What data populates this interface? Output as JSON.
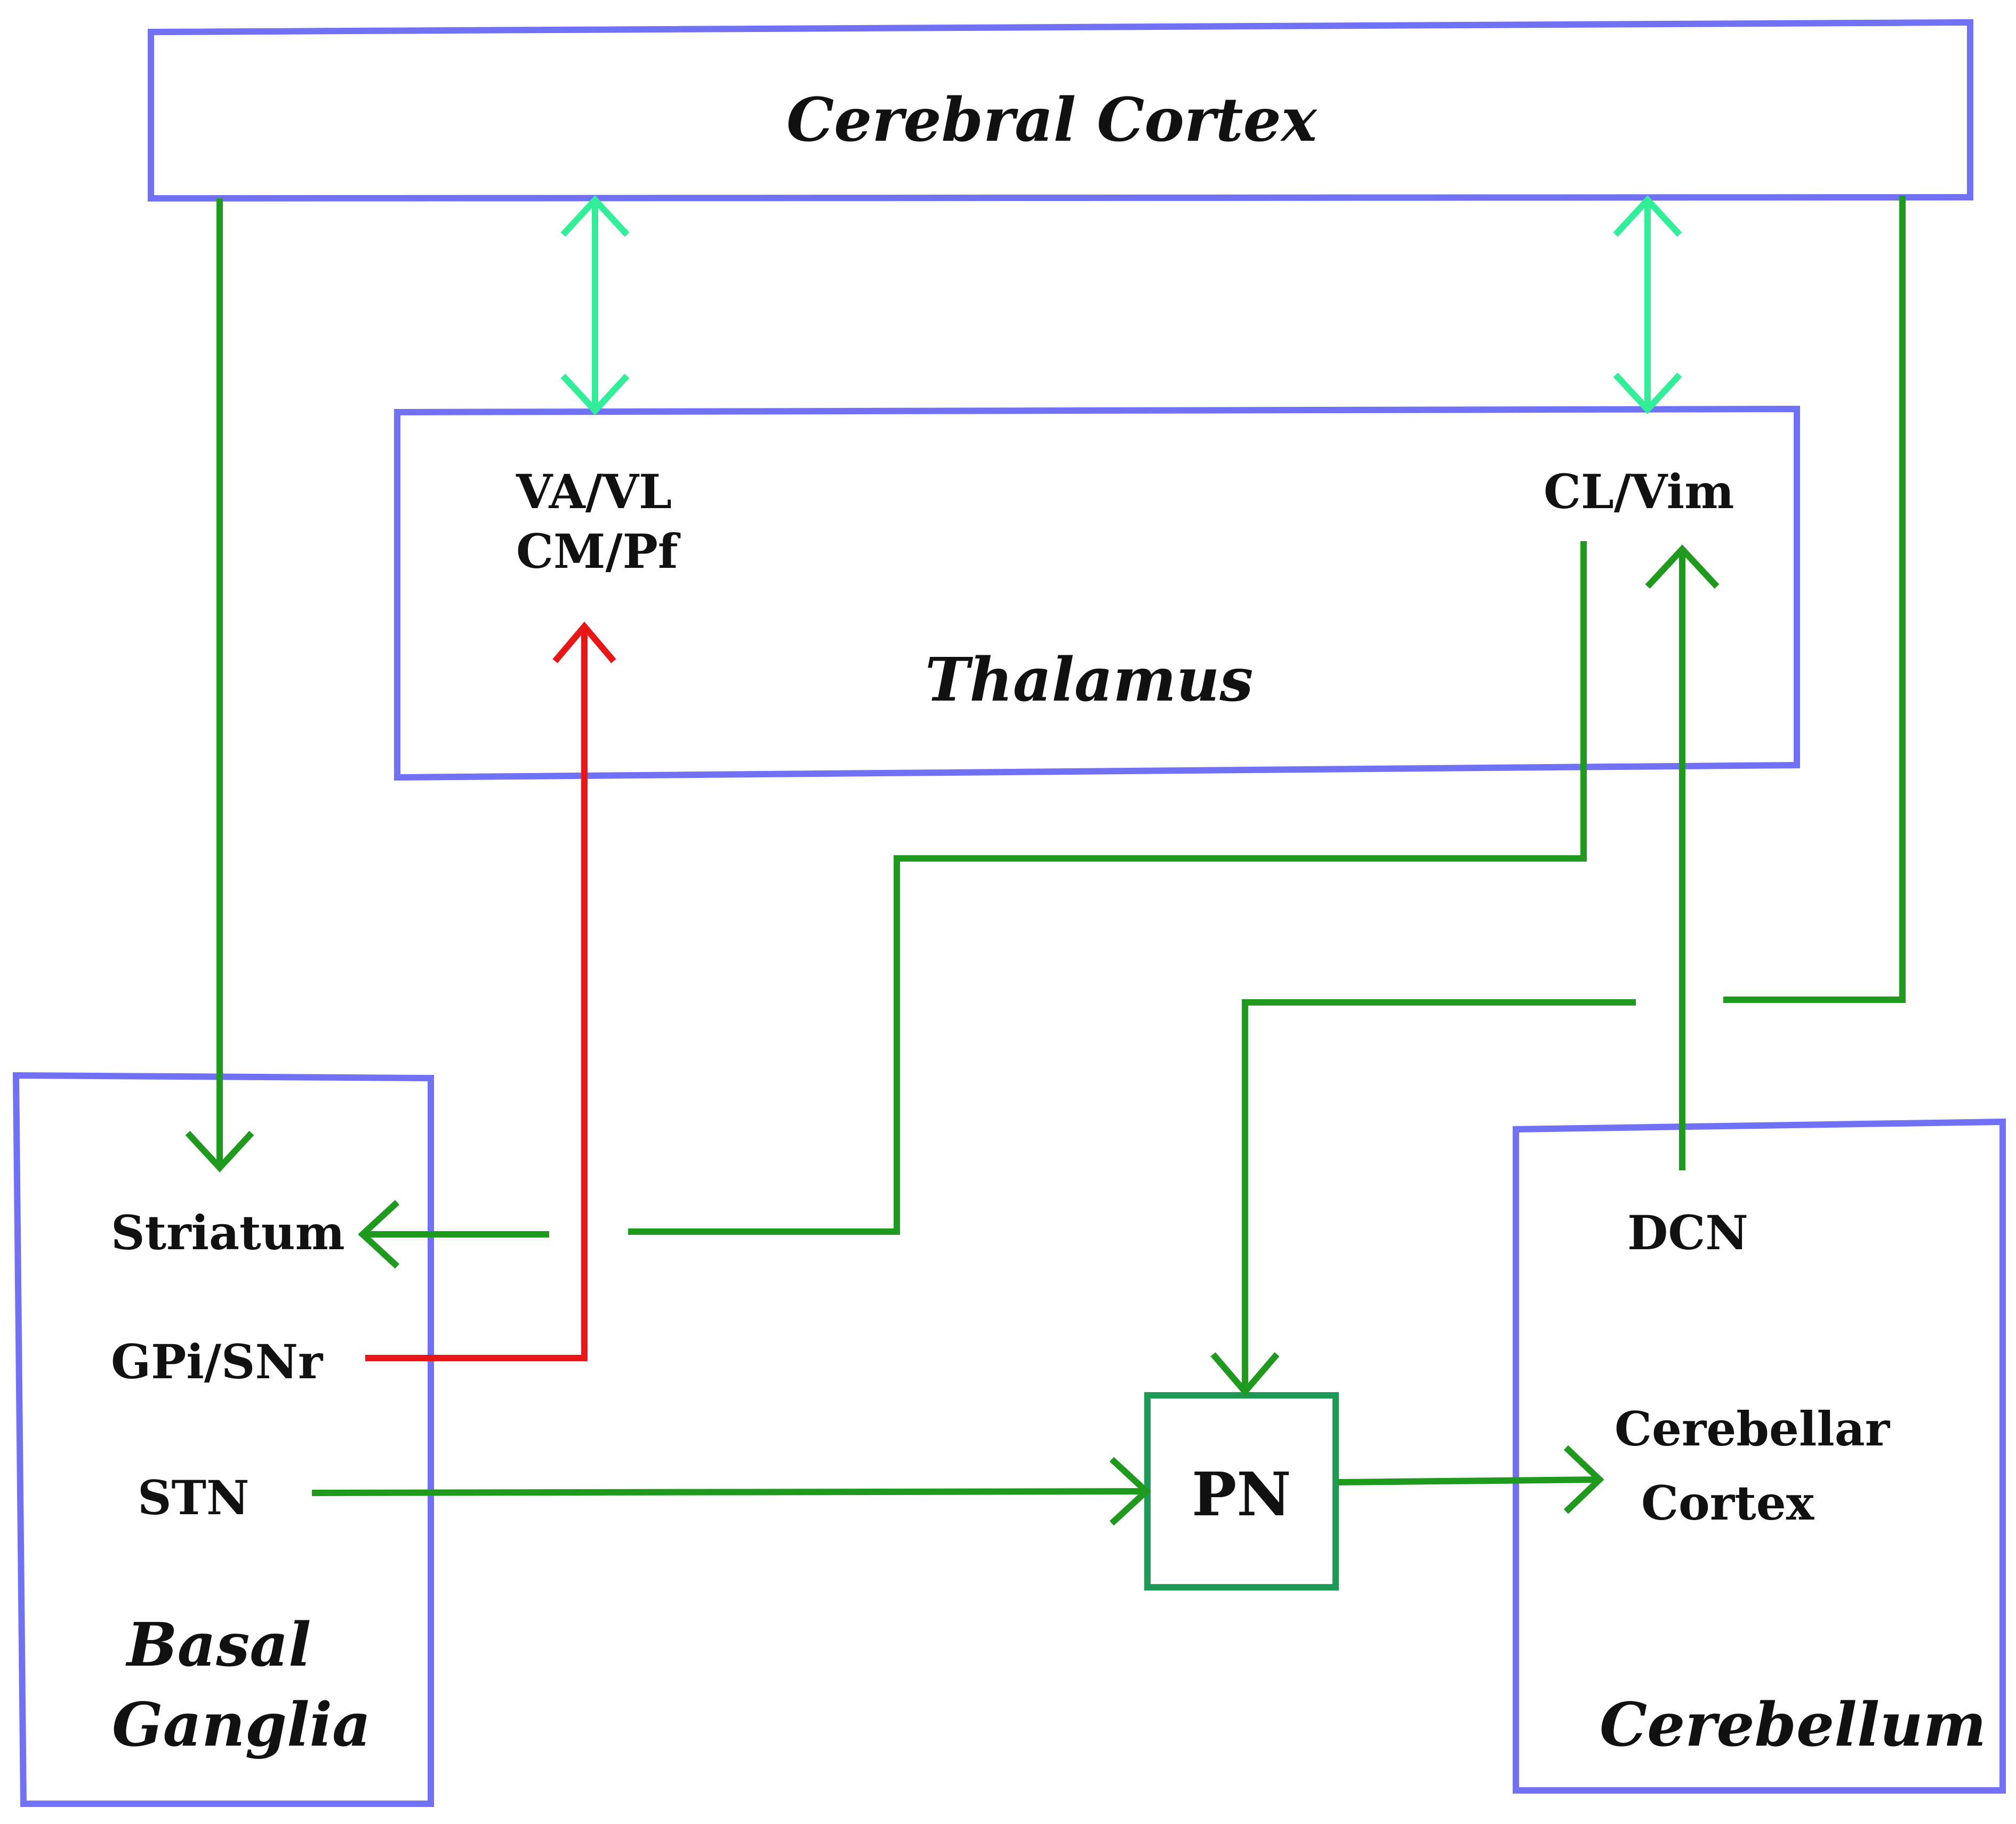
{
  "regions": {
    "cerebral_cortex": "Cerebral Cortex",
    "thalamus": "Thalamus",
    "basal_ganglia_line1": "Basal",
    "basal_ganglia_line2": "Ganglia",
    "cerebellum": "Cerebellum"
  },
  "nuclei": {
    "va_vl": "VA/VL",
    "cm_pf": "CM/Pf",
    "cl_vim": "CL/Vim",
    "striatum": "Striatum",
    "gpi_snr": "GPi/SNr",
    "stn": "STN",
    "pn": "PN",
    "dcn": "DCN",
    "cerebellar_cortex_line1": "Cerebellar",
    "cerebellar_cortex_line2": "Cortex"
  },
  "colors": {
    "box_border": "#7171f5",
    "excitatory_pathway": "#1f9a1f",
    "bidirectional_pathway": "#33ee99",
    "inhibitory_pathway": "#e81616",
    "pn_box_border": "#1f9a55"
  }
}
